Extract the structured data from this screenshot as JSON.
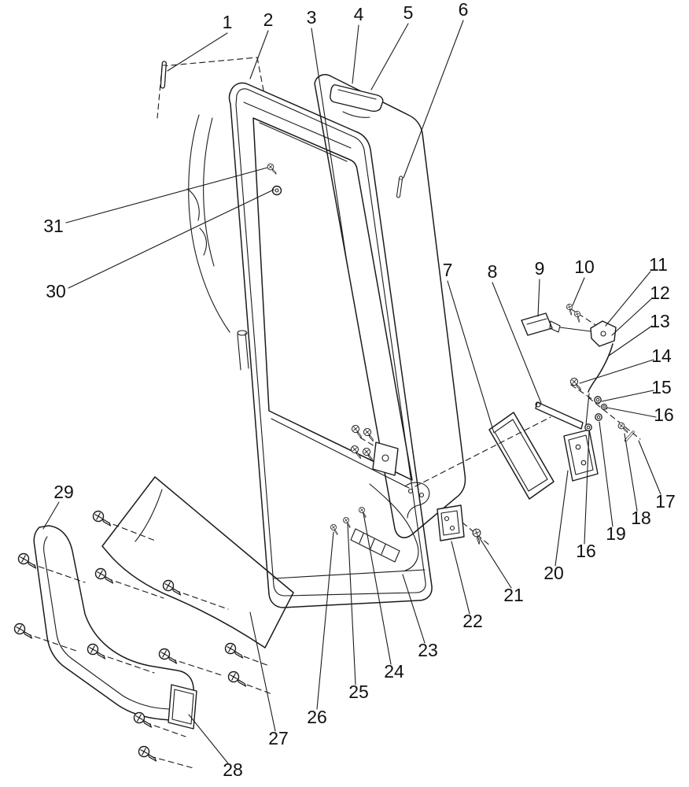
{
  "diagram": {
    "type": "exploded-parts-diagram",
    "subject": "cab door assembly with glass, handle mechanism and lower trim panel",
    "colors": {
      "line": "#1b1b1b",
      "background": "#ffffff"
    },
    "callouts": [
      "1",
      "2",
      "3",
      "4",
      "5",
      "6",
      "31",
      "30",
      "7",
      "8",
      "9",
      "10",
      "11",
      "12",
      "13",
      "14",
      "15",
      "16",
      "17",
      "18",
      "19",
      "16",
      "20",
      "21",
      "22",
      "23",
      "24",
      "25",
      "26",
      "27",
      "28",
      "29"
    ]
  }
}
